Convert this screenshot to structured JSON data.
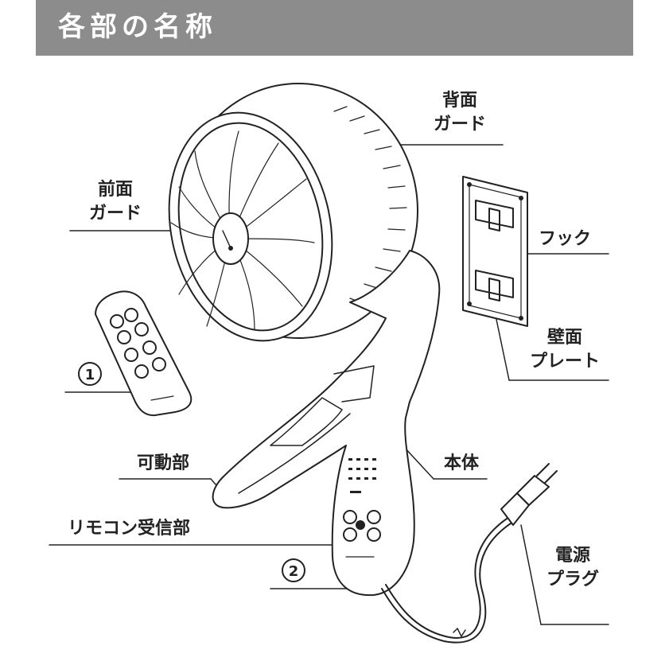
{
  "title": "各部の名称",
  "labels": {
    "back_guard_1": "背面",
    "back_guard_2": "ガード",
    "front_guard_1": "前面",
    "front_guard_2": "ガード",
    "hook": "フック",
    "wall_plate_1": "壁面",
    "wall_plate_2": "プレート",
    "movable_part": "可動部",
    "main_body": "本体",
    "remote_receiver": "リモコン受信部",
    "power_plug_1": "電源",
    "power_plug_2": "プラグ",
    "callout_1": "1",
    "callout_2": "2"
  },
  "colors": {
    "title_bar": "#8c8c8c",
    "line": "#222222"
  }
}
